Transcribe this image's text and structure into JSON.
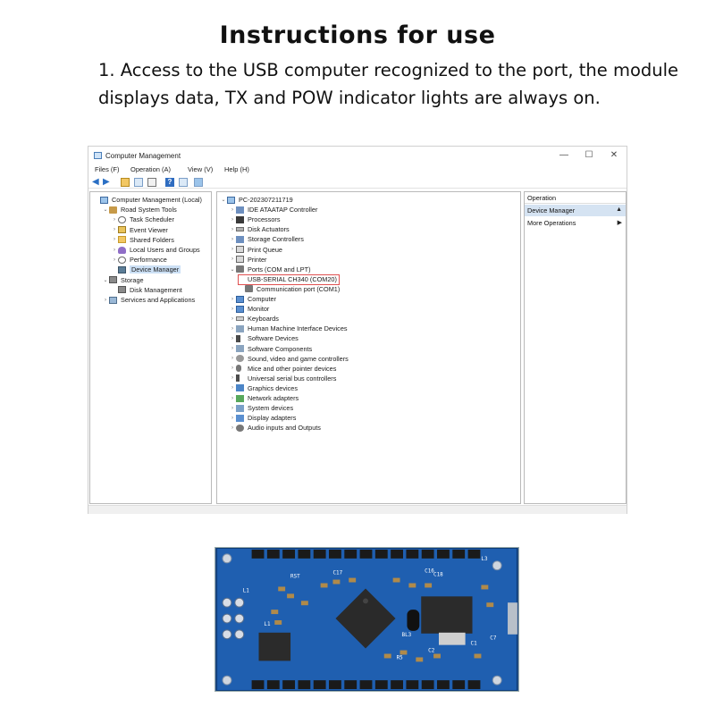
{
  "heading": "Instructions for use",
  "paragraph": "1. Access to the USB computer recognized to the port, the module displays data, TX and POW indicator lights are always on.",
  "window": {
    "title": "Computer Management",
    "controls": {
      "minimize": "—",
      "maximize": "☐",
      "close": "✕"
    },
    "menu": [
      "Files (F)",
      "Operation (A)",
      "View (V)",
      "Help (H)"
    ],
    "left_tree": [
      {
        "label": "Computer Management (Local)",
        "expander": "",
        "icon": "pc",
        "indent": 0
      },
      {
        "label": "Road System Tools",
        "expander": "⌄",
        "icon": "tool",
        "indent": 1
      },
      {
        "label": "Task Scheduler",
        "expander": "›",
        "icon": "clock",
        "indent": 2
      },
      {
        "label": "Event Viewer",
        "expander": "›",
        "icon": "log",
        "indent": 2
      },
      {
        "label": "Shared Folders",
        "expander": "›",
        "icon": "folder",
        "indent": 2
      },
      {
        "label": "Local Users and Groups",
        "expander": "›",
        "icon": "users",
        "indent": 2
      },
      {
        "label": "Performance",
        "expander": "›",
        "icon": "perf",
        "indent": 2
      },
      {
        "label": "Device Manager",
        "expander": "",
        "icon": "dev",
        "indent": 2,
        "selected": true
      },
      {
        "label": "Storage",
        "expander": "⌄",
        "icon": "disk",
        "indent": 1
      },
      {
        "label": "Disk Management",
        "expander": "",
        "icon": "disk",
        "indent": 2
      },
      {
        "label": "Services and Applications",
        "expander": "›",
        "icon": "svc",
        "indent": 1
      }
    ],
    "device_tree": [
      {
        "label": "PC-202307211719",
        "expander": "⌄",
        "icon": "pc",
        "indent": 0
      },
      {
        "label": "IDE ATAATAP Controller",
        "expander": "›",
        "icon": "ctrl",
        "indent": 1
      },
      {
        "label": "Processors",
        "expander": "›",
        "icon": "chip",
        "indent": 1
      },
      {
        "label": "Disk Actuators",
        "expander": "›",
        "icon": "drive",
        "indent": 1
      },
      {
        "label": "Storage Controllers",
        "expander": "›",
        "icon": "ctrl",
        "indent": 1
      },
      {
        "label": "Print Queue",
        "expander": "›",
        "icon": "print",
        "indent": 1
      },
      {
        "label": "Printer",
        "expander": "›",
        "icon": "print",
        "indent": 1
      },
      {
        "label": "Ports (COM and LPT)",
        "expander": "⌄",
        "icon": "port",
        "indent": 1
      },
      {
        "label": "USB-SERIAL CH340 (COM20)",
        "expander": "",
        "icon": "",
        "indent": 2,
        "highlight": true
      },
      {
        "label": "Communication port (COM1)",
        "expander": "",
        "icon": "port",
        "indent": 2
      },
      {
        "label": "Computer",
        "expander": "›",
        "icon": "mon",
        "indent": 1
      },
      {
        "label": "Monitor",
        "expander": "›",
        "icon": "mon",
        "indent": 1
      },
      {
        "label": "Keyboards",
        "expander": "›",
        "icon": "kb",
        "indent": 1
      },
      {
        "label": "Human Machine Interface Devices",
        "expander": "›",
        "icon": "hid",
        "indent": 1
      },
      {
        "label": "Software Devices",
        "expander": "›",
        "icon": "sw",
        "indent": 1
      },
      {
        "label": "Software Components",
        "expander": "›",
        "icon": "hid",
        "indent": 1
      },
      {
        "label": "Sound, video and game controllers",
        "expander": "›",
        "icon": "snd",
        "indent": 1
      },
      {
        "label": "Mice and other pointer devices",
        "expander": "›",
        "icon": "mouse",
        "indent": 1
      },
      {
        "label": "Universal serial bus controllers",
        "expander": "›",
        "icon": "usb",
        "indent": 1
      },
      {
        "label": "Graphics devices",
        "expander": "›",
        "icon": "gpu",
        "indent": 1
      },
      {
        "label": "Network adapters",
        "expander": "›",
        "icon": "net",
        "indent": 1
      },
      {
        "label": "System devices",
        "expander": "›",
        "icon": "sys",
        "indent": 1
      },
      {
        "label": "Display adapters",
        "expander": "›",
        "icon": "disp",
        "indent": 1
      },
      {
        "label": "Audio inputs and Outputs",
        "expander": "›",
        "icon": "aud",
        "indent": 1
      }
    ],
    "operations": {
      "header": "Operation",
      "items": [
        {
          "label": "Device Manager",
          "selected": true,
          "caret": "▲"
        },
        {
          "label": "More Operations",
          "selected": false,
          "caret": "▶"
        }
      ]
    }
  },
  "board": {
    "silkscreen": [
      "L3",
      "RST",
      "C17",
      "C16",
      "C18",
      "C1",
      "C2",
      "R5",
      "C7",
      "BL3",
      "L1",
      "L1"
    ]
  }
}
